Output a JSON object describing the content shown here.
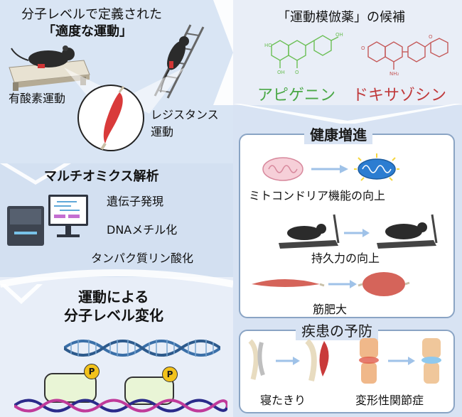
{
  "top_left": {
    "title_line1": "分子レベルで定義された",
    "title_line2": "「適度な運動」",
    "aerobic_label": "有酸素運動",
    "resistance_label_line1": "レジスタンス",
    "resistance_label_line2": "運動"
  },
  "candidates": {
    "title": "「運動模倣薬」の候補",
    "drug1": "アピゲニン",
    "drug2": "ドキサゾシン",
    "drug1_color": "#4aa846",
    "drug2_color": "#c0393b"
  },
  "multiomics": {
    "title": "マルチオミクス解析",
    "item1": "遺伝子発現",
    "item2": "DNAメチル化",
    "item3": "タンパク質リン酸化"
  },
  "molecular_change": {
    "line1": "運動による",
    "line2": "分子レベル変化",
    "phospho_label": "P"
  },
  "health": {
    "title": "健康増進",
    "mito": "ミトコンドリア機能の向上",
    "endurance": "持久力の向上",
    "hypertrophy": "筋肥大"
  },
  "prevention": {
    "title": "疾患の予防",
    "bedridden": "寝たきり",
    "oa": "変形性関節症"
  },
  "icons": {
    "mouse_treadmill": "mouse-on-treadmill-icon",
    "mouse_ladder": "mouse-on-ladder-icon",
    "muscle": "muscle-fiber-icon",
    "computer": "sequencer-computer-icon",
    "dna": "dna-helix-icon",
    "mitochondria": "mitochondria-icon",
    "knee": "knee-joint-icon"
  }
}
